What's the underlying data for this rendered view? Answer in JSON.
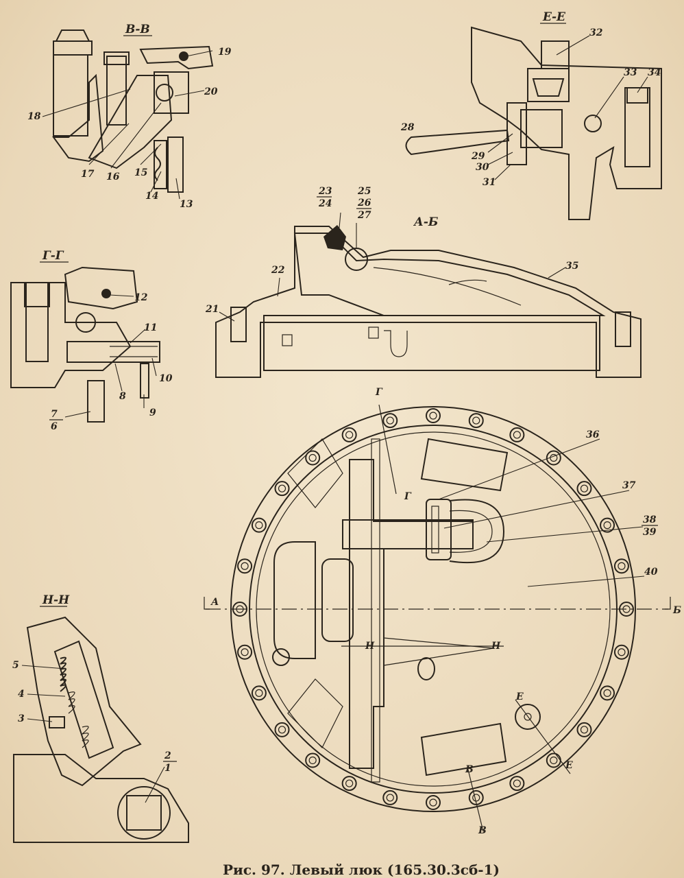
{
  "caption": "Рис. 97. Левый люк (165.30.3сб-1)",
  "colors": {
    "paper": "#efe0c6",
    "ink": "#2a241c"
  },
  "section_labels": {
    "vv": "В-В",
    "ee": "Е-Е",
    "gg": "Г-Г",
    "ab": "А-Б",
    "nn": "Н-Н"
  },
  "cut_markers": {
    "a": "А",
    "b": "Б",
    "g_top": "Г",
    "g_inner": "Г",
    "e_top": "Е",
    "e_bottom": "Е",
    "v_top": "В",
    "v_bottom": "В",
    "n_left": "Н",
    "n_right": "Н"
  },
  "callouts": {
    "c1": "1",
    "c2": "2",
    "c3": "3",
    "c4": "4",
    "c5": "5",
    "c6": "6",
    "c7": "7",
    "c8": "8",
    "c9": "9",
    "c10": "10",
    "c11": "11",
    "c12": "12",
    "c13": "13",
    "c14": "14",
    "c15": "15",
    "c16": "16",
    "c17": "17",
    "c18": "18",
    "c19": "19",
    "c20": "20",
    "c21": "21",
    "c22": "22",
    "c23": "23",
    "c24": "24",
    "c25": "25",
    "c26": "26",
    "c27": "27",
    "c28": "28",
    "c29": "29",
    "c30": "30",
    "c31": "31",
    "c32": "32",
    "c33": "33",
    "c34": "34",
    "c35": "35",
    "c36": "36",
    "c37": "37",
    "c38": "38",
    "c39": "39",
    "c40": "40"
  }
}
